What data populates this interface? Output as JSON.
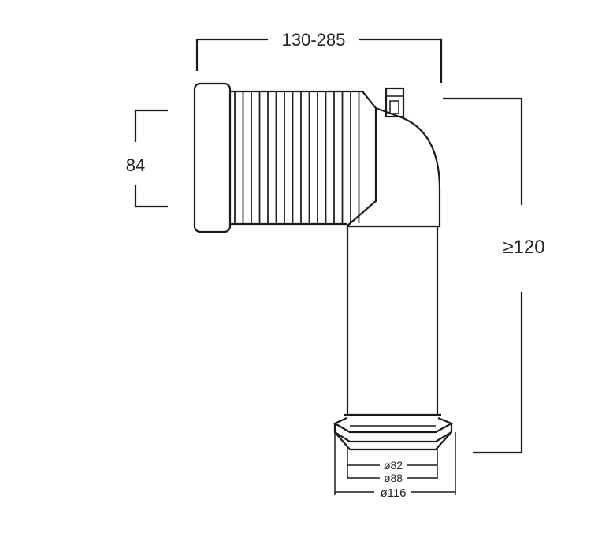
{
  "dimensions": {
    "length_range": "130-285",
    "inlet_height": "84",
    "min_drop": "≥120",
    "outlet_diameters": [
      "ø82",
      "ø88",
      "ø116"
    ]
  }
}
